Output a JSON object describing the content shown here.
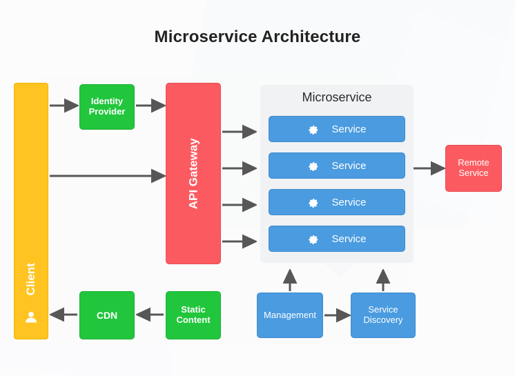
{
  "page": {
    "title": "Microservice Architecture",
    "background_color": "#fdfdfd",
    "title_color": "#222222"
  },
  "colors": {
    "client": "#FFC421",
    "identity_provider": "#21C63C",
    "api_gateway": "#FB5B60",
    "service": "#4A9BE0",
    "remote_service": "#FB5B60",
    "cdn": "#21C63C",
    "static_content": "#21C63C",
    "management": "#4A9BE0",
    "service_discovery": "#4A9BE0",
    "panel": "#f1f2f4",
    "arrow": "#575757"
  },
  "nodes": {
    "client": {
      "label": "Client",
      "icon": "user-icon",
      "orientation": "vertical"
    },
    "identity_provider": {
      "label": "Identity Provider",
      "line1": "Identity",
      "line2": "Provider"
    },
    "api_gateway": {
      "label": "API Gateway",
      "orientation": "vertical"
    },
    "remote_service": {
      "label": "Remote Service",
      "line1": "Remote",
      "line2": "Service"
    },
    "cdn": {
      "label": "CDN"
    },
    "static_content": {
      "label": "Static Content",
      "line1": "Static",
      "line2": "Content"
    },
    "management": {
      "label": "Management"
    },
    "service_discovery": {
      "label": "Service Discovery",
      "line1": "Service",
      "line2": "Discovery"
    }
  },
  "microservice_panel": {
    "title": "Microservice",
    "services": [
      {
        "label": "Service",
        "icon": "gear-icon"
      },
      {
        "label": "Service",
        "icon": "gear-icon"
      },
      {
        "label": "Service",
        "icon": "gear-icon"
      },
      {
        "label": "Service",
        "icon": "gear-icon"
      }
    ]
  },
  "connections": [
    {
      "from": "client",
      "to": "identity_provider",
      "direction": "right"
    },
    {
      "from": "client",
      "to": "api_gateway",
      "direction": "right"
    },
    {
      "from": "identity_provider",
      "to": "api_gateway",
      "direction": "right"
    },
    {
      "from": "api_gateway",
      "to": "service_1",
      "direction": "right"
    },
    {
      "from": "api_gateway",
      "to": "service_2",
      "direction": "right"
    },
    {
      "from": "api_gateway",
      "to": "service_3",
      "direction": "right"
    },
    {
      "from": "api_gateway",
      "to": "service_4",
      "direction": "right"
    },
    {
      "from": "service_2",
      "to": "remote_service",
      "direction": "right"
    },
    {
      "from": "cdn",
      "to": "client",
      "direction": "left"
    },
    {
      "from": "static_content",
      "to": "cdn",
      "direction": "left"
    },
    {
      "from": "management",
      "to": "microservice_panel",
      "direction": "up"
    },
    {
      "from": "management",
      "to": "service_discovery",
      "direction": "right"
    },
    {
      "from": "service_discovery",
      "to": "microservice_panel",
      "direction": "up"
    }
  ]
}
